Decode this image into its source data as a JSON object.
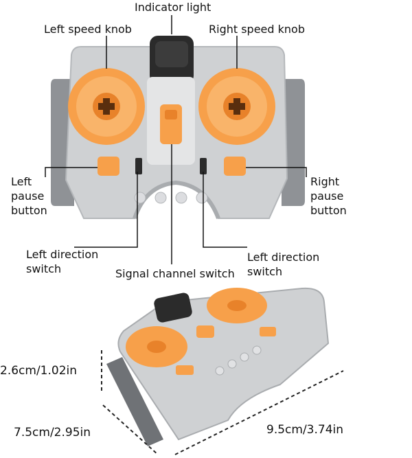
{
  "labels": {
    "indicator_light": "Indicator light",
    "left_speed_knob": "Left speed knob",
    "right_speed_knob": "Right speed knob",
    "left_pause_button": "Left\npause\nbutton",
    "right_pause_button": "Right\npause\nbutton",
    "left_direction_switch_left": "Left direction\nswitch",
    "left_direction_switch_right": "Left direction\nswitch",
    "signal_channel_switch": "Signal channel switch"
  },
  "dimensions": {
    "height": "2.6cm/1.02in",
    "depth": "7.5cm/2.95in",
    "width": "9.5cm/3.74in"
  },
  "colors": {
    "body": "#cfd1d3",
    "body_shadow": "#a9acaf",
    "side": "#8f9296",
    "knob": "#f7a04a",
    "knob_dark": "#e8822a",
    "indicator": "#2b2b2b"
  }
}
